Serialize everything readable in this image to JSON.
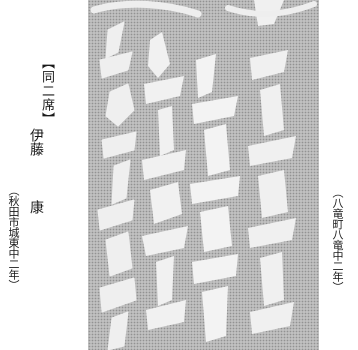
{
  "award": "【同二席】",
  "student_name_family": "伊藤",
  "student_name_given": "康",
  "school_left": "（秋田市城東中二年）",
  "school_right": "（八竜町八竜中二年）",
  "calligraphy_colors": {
    "paper": "#c9c9c9",
    "ink": "#f4f4f4",
    "shadow": "#8c8c8c"
  }
}
